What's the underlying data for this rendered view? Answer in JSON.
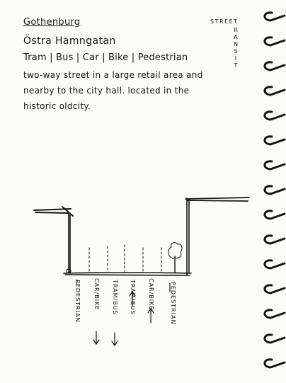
{
  "header": {
    "city": "Gothenburg",
    "street_name": "Östra Hamngatan",
    "modes": "Tram | Bus | Car | Bike | Pedestrian",
    "description_lines": [
      "two-way street in a large retail area and",
      "nearby to the city hall. located in the",
      "historic oldcity."
    ]
  },
  "tag": {
    "horizontal": "STREET",
    "vertical_letters": [
      "R",
      "A",
      "N",
      "S",
      "I",
      "T"
    ]
  },
  "lanes": [
    {
      "label": "PEDESTRIAN",
      "direction": "none"
    },
    {
      "label": "CAR/BIKE",
      "direction": "down"
    },
    {
      "label": "TRAM/BUS",
      "direction": "down"
    },
    {
      "label": "TRAM/BUS",
      "direction": "up"
    },
    {
      "label": "CAR/BIKE",
      "direction": "up"
    },
    {
      "label": "PEDESTRIAN",
      "direction": "none"
    }
  ],
  "colors": {
    "ink": "#141414",
    "paper": "#fbfbf9"
  }
}
